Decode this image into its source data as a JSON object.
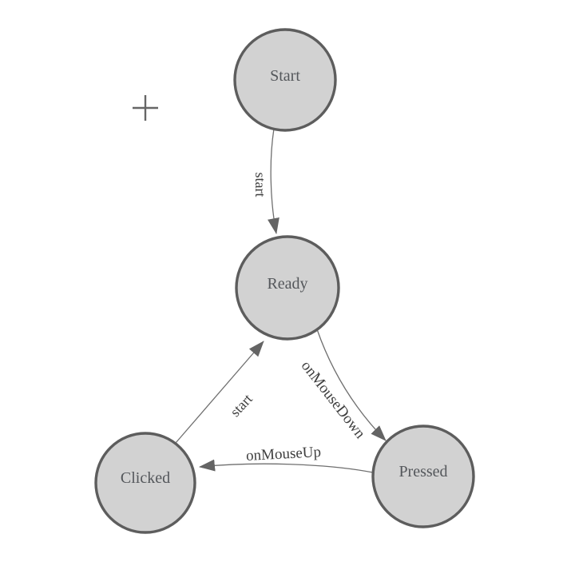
{
  "diagram": {
    "type": "state-machine",
    "nodes": [
      {
        "id": "start",
        "label": "Start"
      },
      {
        "id": "ready",
        "label": "Ready"
      },
      {
        "id": "clicked",
        "label": "Clicked"
      },
      {
        "id": "pressed",
        "label": "Pressed"
      }
    ],
    "edges": [
      {
        "from": "Start",
        "to": "Ready",
        "label": "start"
      },
      {
        "from": "Clicked",
        "to": "Ready",
        "label": "start"
      },
      {
        "from": "Ready",
        "to": "Pressed",
        "label": "onMouseDown"
      },
      {
        "from": "Pressed",
        "to": "Clicked",
        "label": "onMouseUp"
      }
    ],
    "cursor": {
      "type": "crosshair"
    },
    "colors": {
      "background": "#ffffff",
      "node_fill": "#d2d2d2",
      "node_stroke": "#5d5d5d",
      "edge_stroke": "#6f6f6f",
      "arrow_fill": "#646464",
      "node_label_color": "#54575b",
      "edge_label_color": "#3f3f3f",
      "crosshair_color": "#666666"
    }
  }
}
